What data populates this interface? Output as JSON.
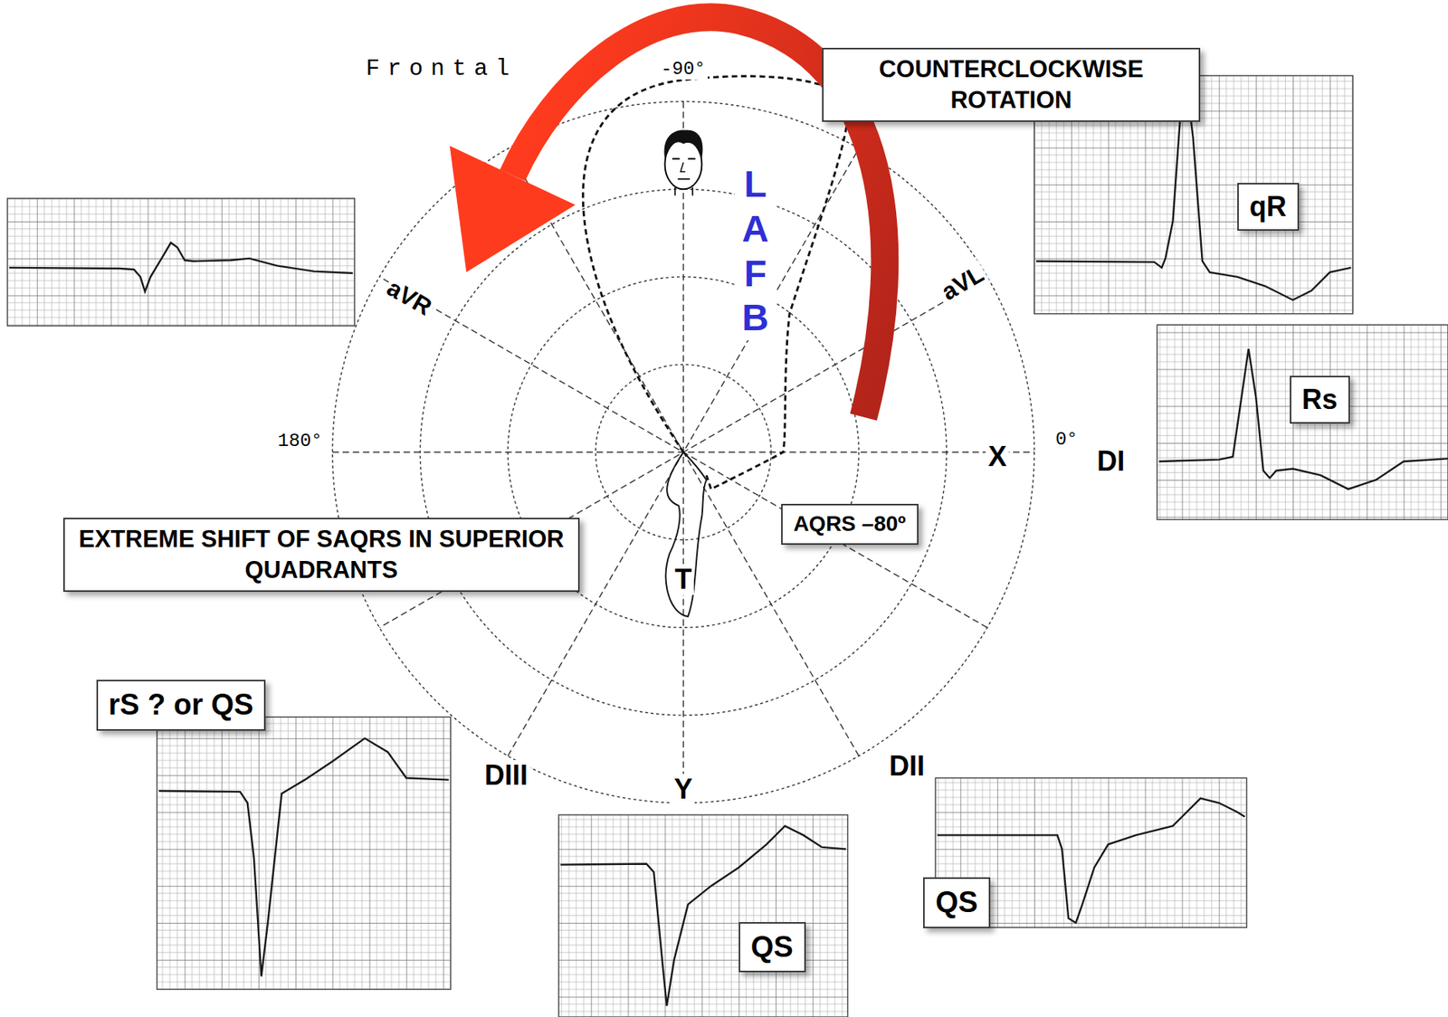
{
  "diagram": {
    "nodes": [
      {
        "text": [
          "COUNTERCLOCKWISE ROTATION"
        ]
      },
      {
        "text": [
          "qR"
        ]
      },
      {
        "text": [
          "Rs"
        ]
      },
      {
        "text": [
          "AQRS –80º"
        ]
      },
      {
        "text": [
          "EXTREME SHIFT OF SAQRS IN SUPERIOR QUADRANTS"
        ]
      },
      {
        "text": [
          "rS ? or QS"
        ]
      },
      {
        "text": [
          "QS"
        ]
      },
      {
        "text": [
          "QS"
        ]
      }
    ],
    "labels": [
      "Frontal",
      "-90°",
      "aVR",
      "aVL",
      "180°",
      "0°",
      "X",
      "DI",
      "LAFB",
      "T",
      "DIII",
      "Y",
      "DII"
    ]
  }
}
